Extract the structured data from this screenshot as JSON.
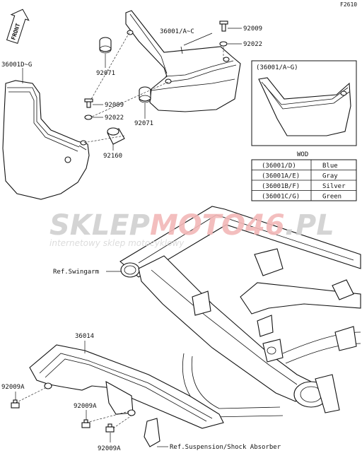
{
  "figure_code": "F2610",
  "front_label": "FRONT",
  "labels": {
    "p36001ac": "36001/A~C",
    "p36001dg": "36001D~G",
    "p92009_top": "92009",
    "p92022_top": "92022",
    "p92071_left": "92071",
    "p92071_mid": "92071",
    "p92009_mid": "92009",
    "p92022_mid": "92022",
    "p92160": "92160",
    "ref_swingarm": "Ref.Swingarm",
    "p36014": "36014",
    "p92009a_1": "92009A",
    "p92009a_2": "92009A",
    "p92009a_3": "92009A",
    "ref_suspension": "Ref.Suspension/Shock Absorber"
  },
  "inset": {
    "title": "(36001/A~G)"
  },
  "color_table": {
    "title": "WOD",
    "rows": [
      {
        "part": "(36001/D)",
        "color": "Blue"
      },
      {
        "part": "(36001A/E)",
        "color": "Gray"
      },
      {
        "part": "(36001B/F)",
        "color": "Silver"
      },
      {
        "part": "(36001C/G)",
        "color": "Green"
      }
    ]
  },
  "watermark": {
    "brand_a": "SKLEP",
    "brand_b": "MOTO",
    "brand_c": "46",
    "brand_d": ".PL",
    "tagline": "internetowy sklep motocyklowy",
    "color_gray": "#d0d0d0",
    "color_red": "#f2b8b8"
  }
}
